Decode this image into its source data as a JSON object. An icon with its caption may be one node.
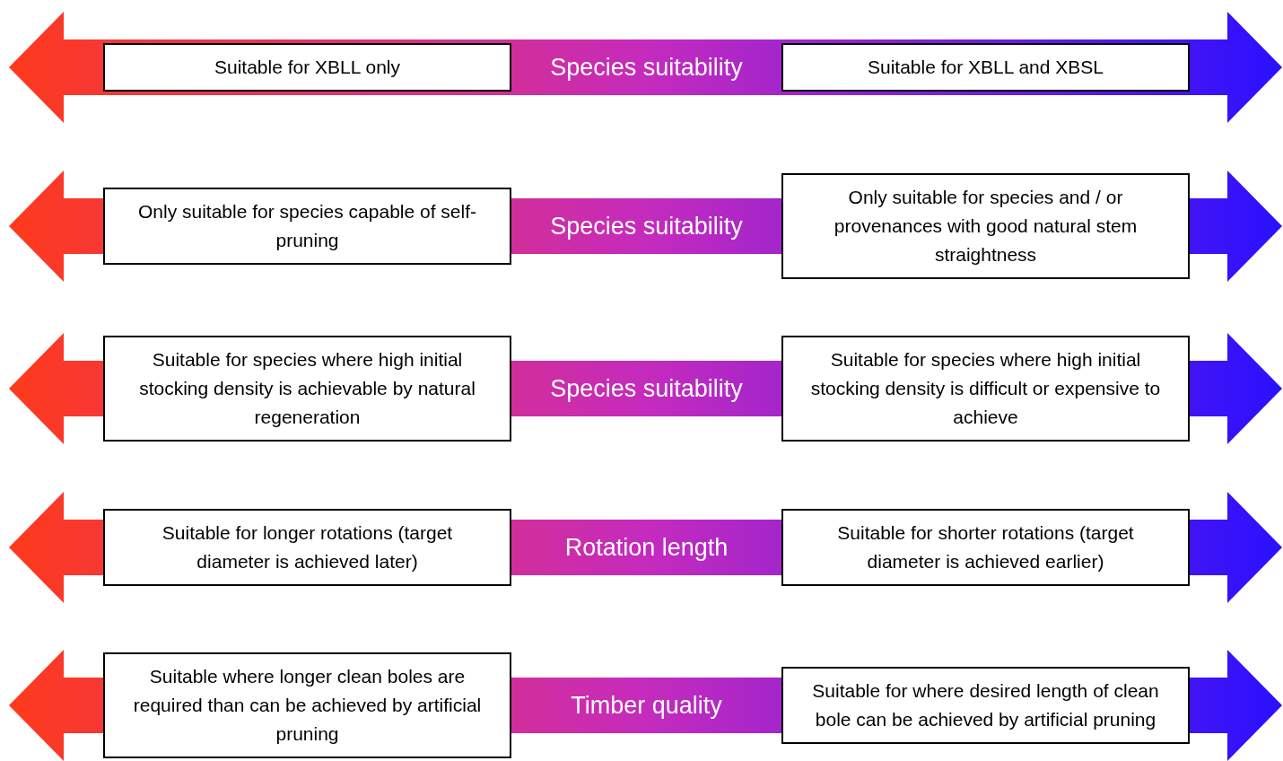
{
  "diagram": {
    "nodes": [
      {
        "text": [
          "Suitable for XBLL only"
        ]
      },
      {
        "text": [
          "Suitable for XBLL and XBSL"
        ]
      },
      {
        "text": [
          "Only suitable for species capable of self-pruning"
        ]
      },
      {
        "text": [
          "Only suitable for species and / or provenances with good natural stem straightness"
        ]
      },
      {
        "text": [
          "Suitable for species where high initial stocking density is achievable by natural regeneration"
        ]
      },
      {
        "text": [
          "Suitable for species where high initial stocking density is difficult or expensive to achieve"
        ]
      },
      {
        "text": [
          "Suitable for longer rotations (target diameter is achieved later)"
        ]
      },
      {
        "text": [
          "Suitable for shorter rotations (target diameter is achieved earlier)"
        ]
      },
      {
        "text": [
          "Suitable where longer clean boles are required than can be achieved by artificial pruning"
        ]
      },
      {
        "text": [
          "Suitable for where desired length of clean bole can be achieved by artificial pruning"
        ]
      }
    ],
    "edges": [
      {
        "from": 0,
        "to": 1,
        "arrow": "both",
        "label": "Species suitability",
        "style": "thick"
      },
      {
        "from": 2,
        "to": 3,
        "arrow": "both",
        "label": "Species suitability",
        "style": "thick"
      },
      {
        "from": 4,
        "to": 5,
        "arrow": "both",
        "label": "Species suitability",
        "style": "thick"
      },
      {
        "from": 6,
        "to": 7,
        "arrow": "both",
        "label": "Rotation length",
        "style": "thick"
      },
      {
        "from": 8,
        "to": 9,
        "arrow": "both",
        "label": "Timber quality",
        "style": "thick"
      }
    ]
  }
}
